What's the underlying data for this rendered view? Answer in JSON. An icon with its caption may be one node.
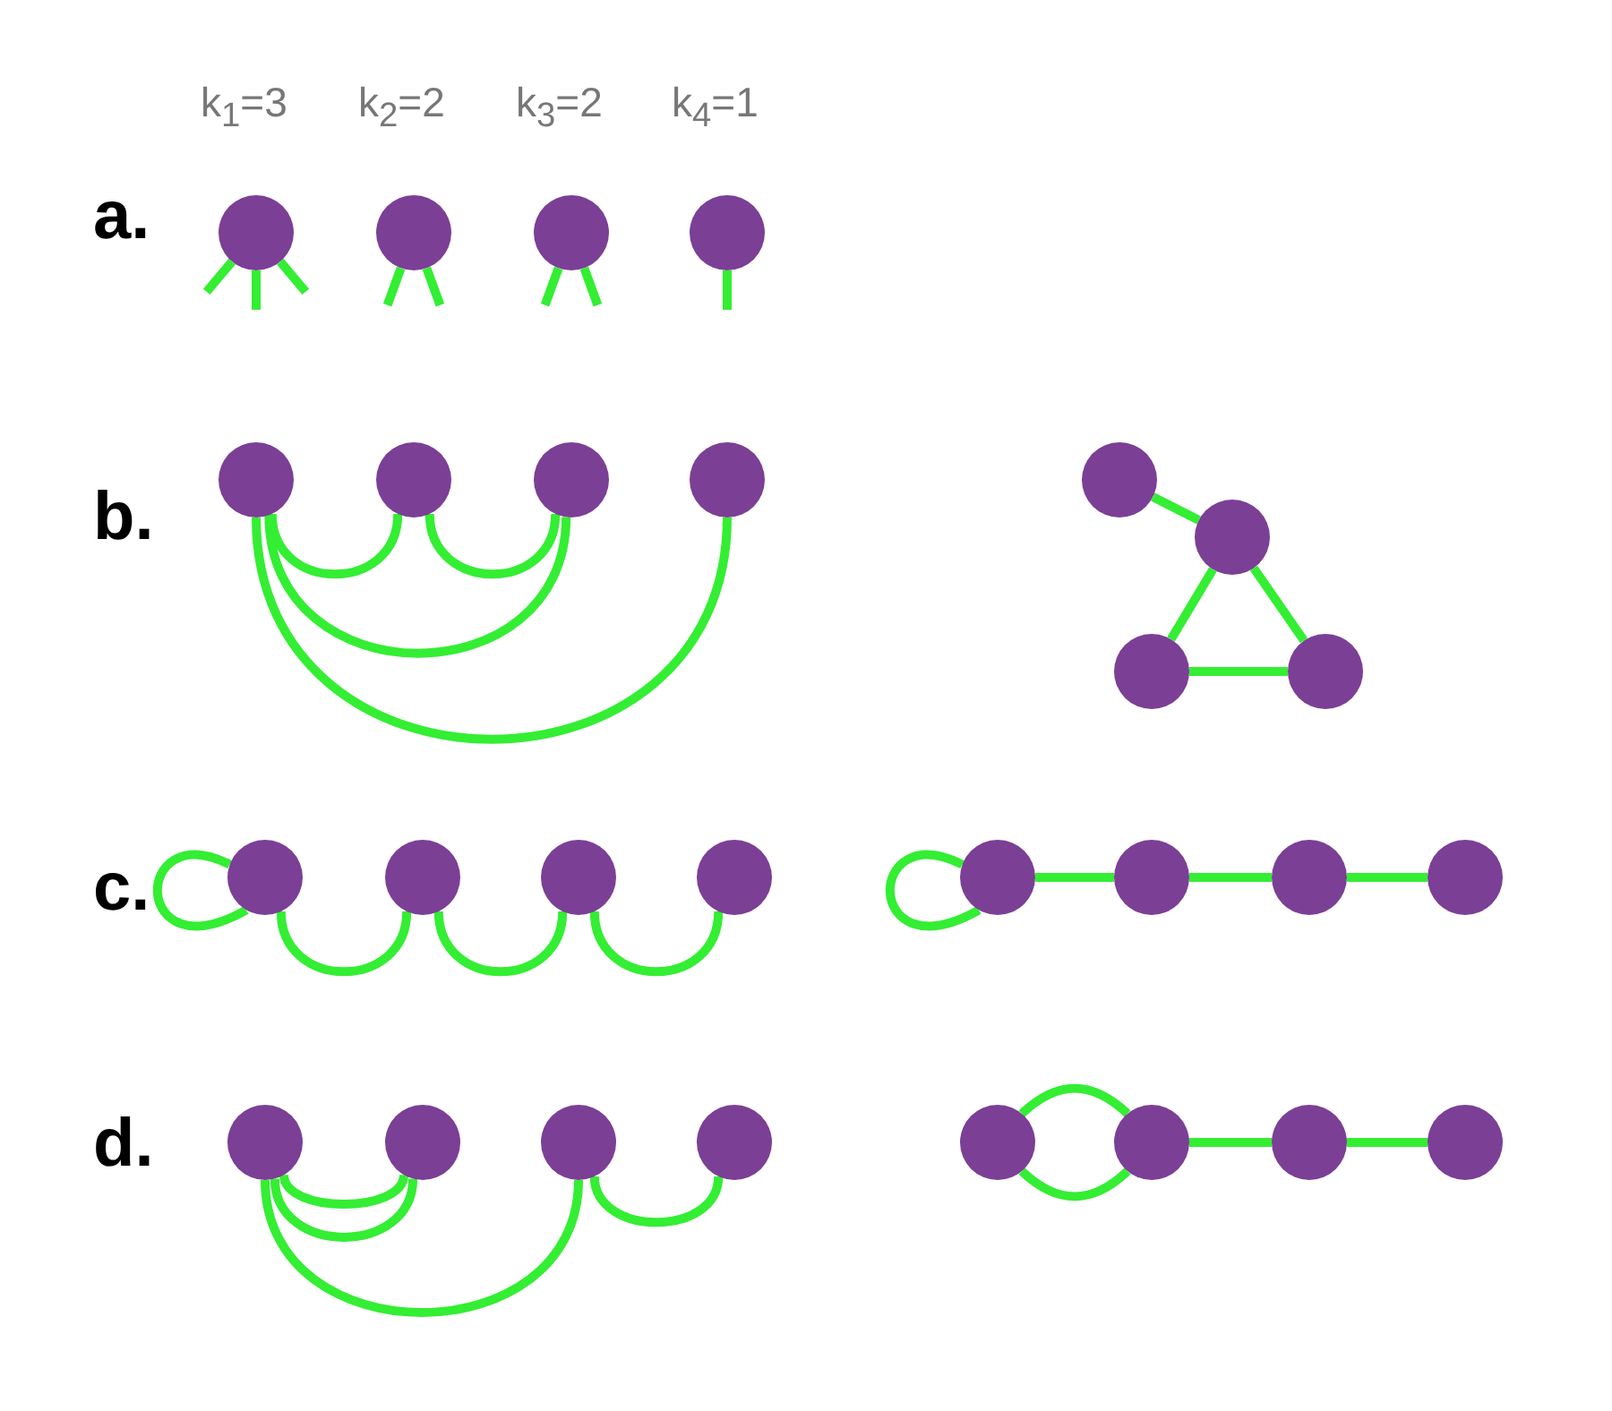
{
  "diagram": {
    "nodes": [
      {
        "text": [],
        "shape": "circle"
      },
      {
        "text": [],
        "shape": "circle"
      },
      {
        "text": [],
        "shape": "circle"
      },
      {
        "text": [],
        "shape": "circle"
      },
      {
        "text": [],
        "shape": "circle"
      },
      {
        "text": [],
        "shape": "circle"
      },
      {
        "text": [],
        "shape": "circle"
      },
      {
        "text": [],
        "shape": "circle"
      },
      {
        "text": [],
        "shape": "circle"
      },
      {
        "text": [],
        "shape": "circle"
      },
      {
        "text": [],
        "shape": "circle"
      },
      {
        "text": [],
        "shape": "circle"
      },
      {
        "text": [],
        "shape": "circle"
      },
      {
        "text": [],
        "shape": "circle"
      },
      {
        "text": [],
        "shape": "circle"
      },
      {
        "text": [],
        "shape": "circle"
      },
      {
        "text": [],
        "shape": "circle"
      },
      {
        "text": [],
        "shape": "circle"
      },
      {
        "text": [],
        "shape": "circle"
      },
      {
        "text": [],
        "shape": "circle"
      },
      {
        "text": [],
        "shape": "circle"
      },
      {
        "text": [],
        "shape": "circle"
      },
      {
        "text": [],
        "shape": "circle"
      },
      {
        "text": [],
        "shape": "circle"
      },
      {
        "text": [],
        "shape": "circle"
      },
      {
        "text": [],
        "shape": "circle"
      },
      {
        "text": [],
        "shape": "circle"
      },
      {
        "text": [],
        "shape": "circle"
      }
    ],
    "edges": [
      {
        "from": 0,
        "to": null,
        "arrow": "none"
      },
      {
        "from": 0,
        "to": null,
        "arrow": "none"
      },
      {
        "from": 0,
        "to": null,
        "arrow": "none"
      },
      {
        "from": 1,
        "to": null,
        "arrow": "none"
      },
      {
        "from": 1,
        "to": null,
        "arrow": "none"
      },
      {
        "from": 2,
        "to": null,
        "arrow": "none"
      },
      {
        "from": 2,
        "to": null,
        "arrow": "none"
      },
      {
        "from": 3,
        "to": null,
        "arrow": "none"
      },
      {
        "from": 4,
        "to": 5,
        "arrow": "none"
      },
      {
        "from": 5,
        "to": 6,
        "arrow": "none"
      },
      {
        "from": 4,
        "to": 6,
        "arrow": "none"
      },
      {
        "from": 4,
        "to": 7,
        "arrow": "none"
      },
      {
        "from": 8,
        "to": 9,
        "arrow": "none"
      },
      {
        "from": 9,
        "to": 10,
        "arrow": "none"
      },
      {
        "from": 9,
        "to": 11,
        "arrow": "none"
      },
      {
        "from": 10,
        "to": 11,
        "arrow": "none"
      },
      {
        "from": 12,
        "to": 12,
        "arrow": "none"
      },
      {
        "from": 12,
        "to": 13,
        "arrow": "none"
      },
      {
        "from": 13,
        "to": 14,
        "arrow": "none"
      },
      {
        "from": 14,
        "to": 15,
        "arrow": "none"
      },
      {
        "from": 16,
        "to": 16,
        "arrow": "none"
      },
      {
        "from": 16,
        "to": 17,
        "arrow": "none"
      },
      {
        "from": 17,
        "to": 18,
        "arrow": "none"
      },
      {
        "from": 18,
        "to": 19,
        "arrow": "none"
      },
      {
        "from": 20,
        "to": 21,
        "arrow": "none"
      },
      {
        "from": 20,
        "to": 21,
        "arrow": "none"
      },
      {
        "from": 20,
        "to": 22,
        "arrow": "none"
      },
      {
        "from": 22,
        "to": 23,
        "arrow": "none"
      },
      {
        "from": 24,
        "to": 25,
        "arrow": "none"
      },
      {
        "from": 24,
        "to": 25,
        "arrow": "none"
      },
      {
        "from": 25,
        "to": 26,
        "arrow": "none"
      },
      {
        "from": 26,
        "to": 27,
        "arrow": "none"
      }
    ],
    "labels": [
      "k$_{1}$=3",
      "k$_{2}$=2",
      "k$_{3}$=2",
      "k$_{4}$=1",
      "a.",
      "b.",
      "c.",
      "d."
    ]
  }
}
